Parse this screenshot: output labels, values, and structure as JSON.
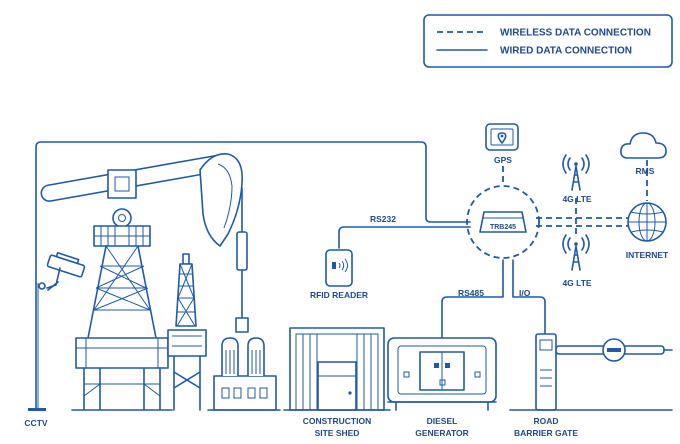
{
  "legend": {
    "wireless": "WIRELESS DATA CONNECTION",
    "wired": "WIRED DATA CONNECTION"
  },
  "labels": {
    "gps": "GPS",
    "rms": "RMS",
    "lte_top": "4G LTE",
    "lte_bottom": "4G LTE",
    "internet": "INTERNET",
    "rs232": "RS232",
    "rs485": "RS485",
    "io": "I/O",
    "rfid": "RFID READER",
    "cctv": "CCTV",
    "shed_1": "CONSTRUCTION",
    "shed_2": "SITE SHED",
    "diesel_1": "DIESEL",
    "diesel_2": "GENERATOR",
    "gate_1": "ROAD",
    "gate_2": "BARRIER GATE"
  },
  "router": {
    "model": "TRB245"
  },
  "icons": {
    "gps": "gps-device-icon",
    "rms": "cloud-icon",
    "lte": "cell-tower-icon",
    "internet": "globe-icon",
    "rfid": "rfid-reader-icon",
    "cctv": "security-camera-icon"
  },
  "colors": {
    "primary": "#1e5aa8",
    "text": "#1e4a8c",
    "background": "#ffffff"
  }
}
